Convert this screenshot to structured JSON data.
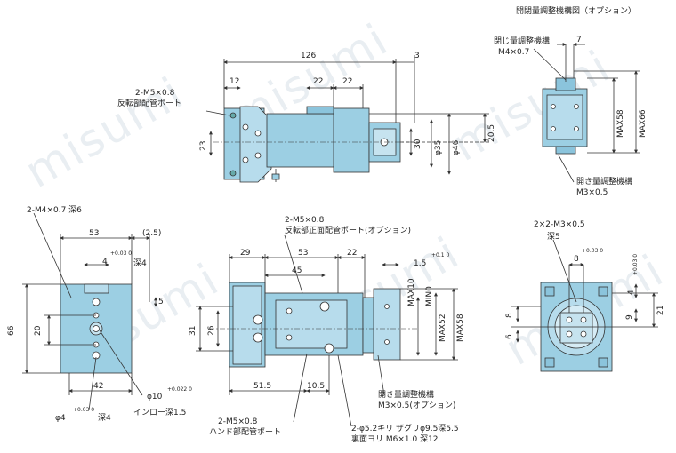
{
  "watermark": "misumi",
  "options_title": "開閉量調整機構図（オプション）",
  "top_view": {
    "dims": {
      "d126": "126",
      "d3": "3",
      "d12": "12",
      "d22a": "22",
      "d22b": "22",
      "d23": "23",
      "d30": "30",
      "d35": "φ35",
      "d46": "φ46",
      "d205": "20.5"
    },
    "port_label": "2-M5×0.8",
    "port_desc": "反転部配管ポート"
  },
  "option_view": {
    "close_label": "閉じ量調整機構",
    "close_thread": "M4×0.7",
    "d7": "7",
    "max58": "MAX58",
    "max66": "MAX66",
    "open_label": "開き量調整機構",
    "open_thread": "M3×0.5"
  },
  "left_view": {
    "tap": "2-M4×0.7 深6",
    "d53": "53",
    "d25": "(2.5)",
    "d4": "4",
    "tol4": "+0.03 0",
    "depth4": "深4",
    "d5": "5",
    "d66": "66",
    "d20": "20",
    "d42": "42",
    "phi10": "φ10",
    "tol10": "+0.022 0",
    "inro": "インロー深1.5",
    "phi4": "φ4",
    "tol4b": "+0.03 0",
    "depth4b": "深4"
  },
  "front_view": {
    "port_top": "2-M5×0.8",
    "port_top_desc": "反転部正面配管ポート(オプション)",
    "d29": "29",
    "d53": "53",
    "d22": "22",
    "d45": "45",
    "d15": "1.5",
    "tol15": "+0.1 0",
    "d31": "31",
    "d26": "26",
    "max10": "MAX10",
    "min0": "MIN0",
    "max52": "MAX52",
    "max58": "MAX58",
    "d515": "51.5",
    "d105": "10.5",
    "open_label": "開き量調整機構",
    "open_thread": "M3×0.5(オプション)",
    "hand_port": "2-M5×0.8",
    "hand_port_desc": "ハンド部配管ポート",
    "bore": "2-φ5.2キリ ザグリφ9.5深5.5",
    "back_tap": "裏面ヨリ M6×1.0 深12"
  },
  "right_view": {
    "tap": "2×2-M3×0.5",
    "depth5": "深5",
    "d8": "8",
    "tol8": "+0.03 0",
    "d4": "4",
    "tol4": "+0.03 0",
    "d8b": "8",
    "d6": "6",
    "d9": "9",
    "d21": "21"
  }
}
